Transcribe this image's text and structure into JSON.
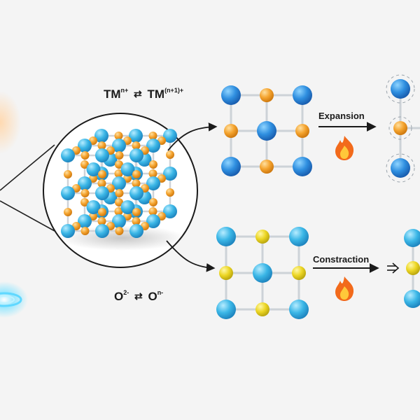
{
  "redox": {
    "tm": {
      "base": "TM",
      "left_ox": "n+",
      "right_ox": "(n+1)+",
      "arrows": "⇄"
    },
    "oxygen": {
      "base_left": "O",
      "left_ox": "2-",
      "base_right": "O",
      "right_ox": "n-",
      "arrows": "⇄"
    }
  },
  "processes": {
    "expansion": {
      "label": "Expansion",
      "icon": "flame-icon"
    },
    "contraction": {
      "label": "Constraction",
      "icon": "flame-icon"
    }
  },
  "colors": {
    "large_atom": "#3a8fe0",
    "tm_atom": "#f0a030",
    "o_atom": "#e8d020",
    "cyan_atom": "#39b6e6",
    "bond": "#d0d4d8",
    "flame_outer": "#f26a1b",
    "flame_inner": "#ffc83a"
  }
}
